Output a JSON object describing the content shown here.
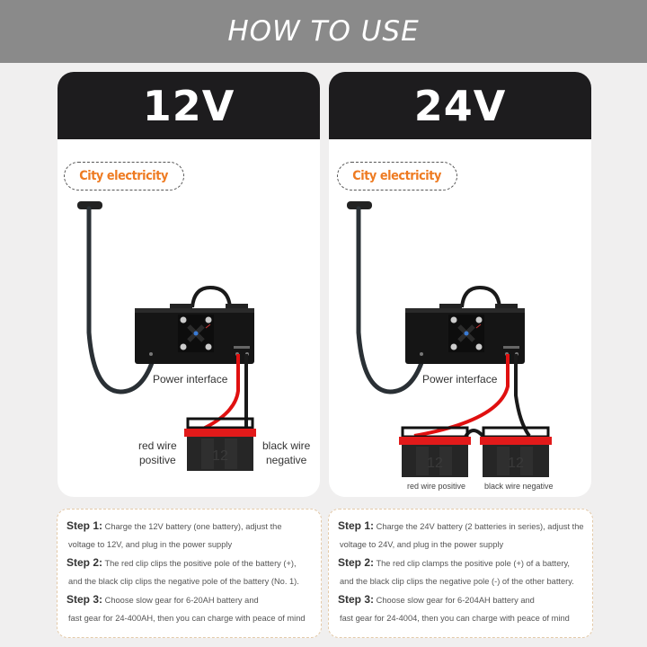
{
  "banner": {
    "title": "HOW TO USE"
  },
  "colors": {
    "banner_bg": "#8a8a8a",
    "card_header_bg": "#1d1c1e",
    "badge_text": "#ee7b22",
    "battery_top": "#e21a1a",
    "steps_border": "#e3c9a8"
  },
  "panels": [
    {
      "voltage": "12V",
      "badge": "City electricity",
      "power_label": "Power interface",
      "red_label_1": "red wire",
      "red_label_2": "positive",
      "black_label_1": "black wire",
      "black_label_2": "negative",
      "battery_count": 1,
      "steps": {
        "s1_label": "Step 1:",
        "s1_text": "Charge the 12V battery (one battery), adjust the",
        "s1_cont": "voltage to 12V, and plug in the power supply",
        "s2_label": "Step 2:",
        "s2_text": "The red clip clips the positive pole of the battery (+),",
        "s2_cont": "and the black clip clips the negative pole of the battery (No. 1).",
        "s3_label": "Step 3:",
        "s3_text": "Choose slow gear for 6-20AH battery and",
        "s3_cont": "fast gear for 24-400AH, then you can charge with peace of mind"
      }
    },
    {
      "voltage": "24V",
      "badge": "City electricity",
      "power_label": "Power interface",
      "red_label": "red wire positive",
      "black_label": "black wire negative",
      "battery_count": 2,
      "steps": {
        "s1_label": "Step 1:",
        "s1_text": "Charge the 24V battery (2 batteries in series), adjust the",
        "s1_cont": "voltage to 24V, and plug in the power supply",
        "s2_label": "Step 2:",
        "s2_text": "The red clip clamps the positive pole (+) of a battery,",
        "s2_cont": "and the black clip clips the negative pole (-) of the other battery.",
        "s3_label": "Step 3:",
        "s3_text": "Choose slow gear for 6-204AH battery and",
        "s3_cont": "fast gear for 24-4004, then you can charge with peace of mind"
      }
    }
  ]
}
